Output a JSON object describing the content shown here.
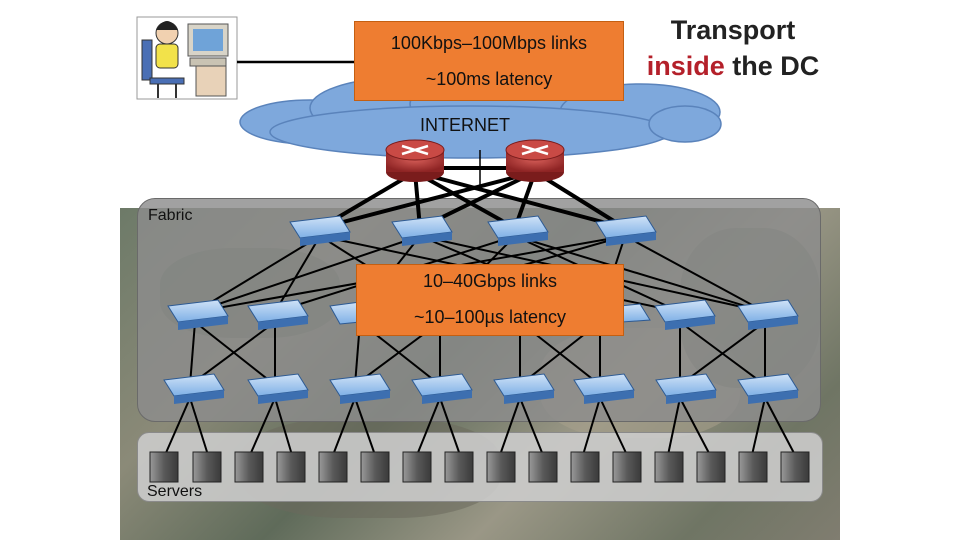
{
  "title": {
    "word1": "Transport",
    "highlight": "inside",
    "rest": "the DC",
    "highlight_color": "#b4202a"
  },
  "internet_label": "INTERNET",
  "internet_callout": {
    "line1": "100Kbps–100Mbps links",
    "line2": "~100ms latency"
  },
  "fabric_callout": {
    "line1": "10–40Gbps links",
    "line2": "~10–100µs latency"
  },
  "fabric_label": "Fabric",
  "servers_label": "Servers",
  "colors": {
    "callout": "#ee7d31",
    "cloud": "#7ea8dc",
    "router": "#b23a3a",
    "switch": "#5b8fd0"
  }
}
